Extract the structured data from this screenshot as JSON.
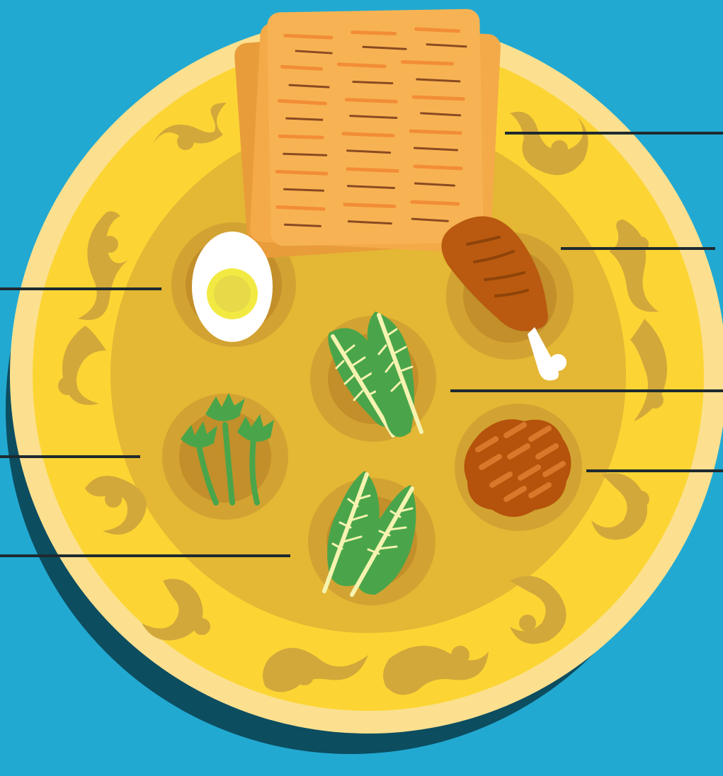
{
  "scene": {
    "description_label": "",
    "colors": {
      "background": "#22A9D1",
      "shadow": "#0C4D60",
      "plate_outer_rim": "#FCE08F",
      "plate_band": "#FCD534",
      "plate_inner": "#E4B734",
      "swirl": "#D3A83A",
      "bowl_outer": "#D2A332",
      "bowl_inner": "#C28F2A",
      "matzah": "#F7B353",
      "matzah_edge": "#E99C3A",
      "matzah_stripe_dark": "#8A4A22",
      "matzah_stripe_light": "#F28D36",
      "egg_white": "#FFFFFF",
      "egg_yolk_outer": "#F2EA42",
      "egg_yolk_inner": "#E7D948",
      "shankbone_meat": "#B95A10",
      "shankbone_meat_dark": "#8E4309",
      "bone": "#FFFFFF",
      "leaf_green": "#4AA54A",
      "leaf_vein": "#F6F3B0",
      "charoset": "#B5520B",
      "charoset_dash": "#D9782A",
      "callout_line": "#1E2A2F"
    },
    "items": [
      {
        "name": "matzah",
        "icon": "matzah-icon"
      },
      {
        "name": "egg",
        "icon": "egg-icon"
      },
      {
        "name": "shankbone",
        "icon": "shankbone-icon"
      },
      {
        "name": "bitter-herb",
        "icon": "lettuce-icon"
      },
      {
        "name": "parsley",
        "icon": "parsley-icon"
      },
      {
        "name": "charoset",
        "icon": "charoset-icon"
      },
      {
        "name": "chazeret",
        "icon": "lettuce-icon"
      }
    ],
    "callouts_count_visible": 7
  }
}
